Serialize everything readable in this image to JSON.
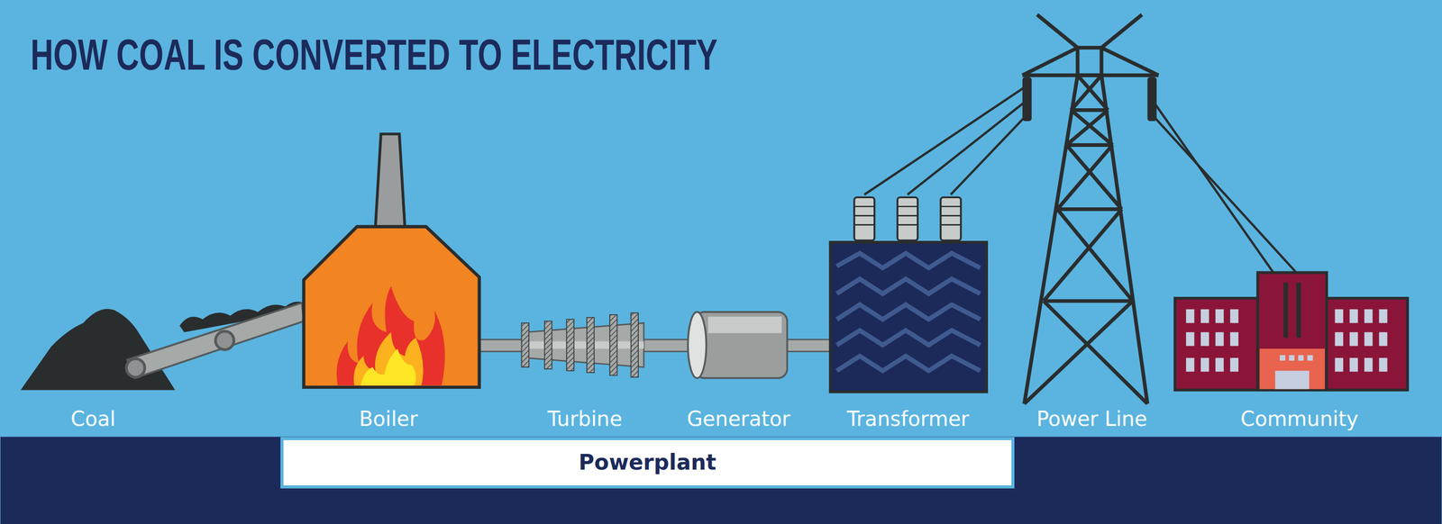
{
  "diagram": {
    "title": "HOW COAL IS CONVERTED TO ELECTRICITY",
    "nodes": [
      {
        "text": [
          "Powerplant"
        ]
      }
    ],
    "labels": [
      "Coal",
      "Boiler",
      "Turbine",
      "Generator",
      "Transformer",
      "Power Line",
      "Community"
    ]
  }
}
